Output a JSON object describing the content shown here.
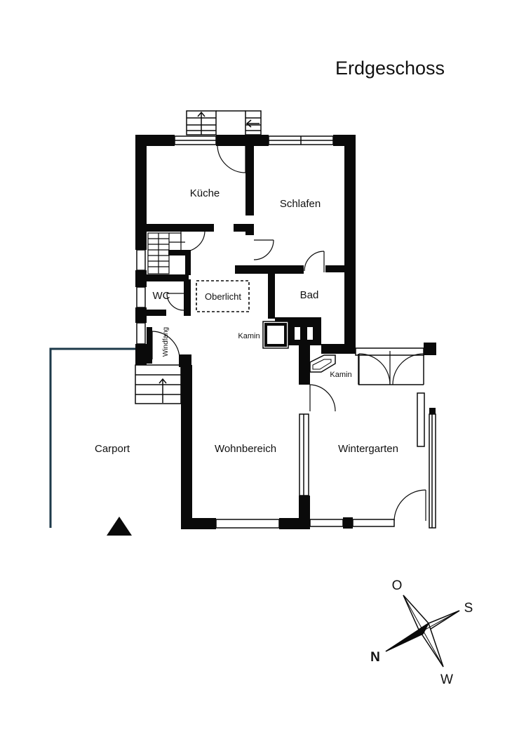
{
  "title": "Erdgeschoss",
  "rooms": {
    "kueche": "Küche",
    "schlafen": "Schlafen",
    "wc": "WC",
    "oberlicht": "Oberlicht",
    "bad": "Bad",
    "windfang": "Windfang",
    "kamin_1": "Kamin",
    "kamin_2": "Kamin",
    "carport": "Carport",
    "wohnbereich": "Wohnbereich",
    "wintergarten": "Wintergarten"
  },
  "compass": {
    "north": "N",
    "east": "O",
    "south": "S",
    "west": "W"
  },
  "colors": {
    "wall": "#0a0a0a",
    "carport_line": "#1d3a4a",
    "background": "#ffffff"
  },
  "icons": {
    "entrance_marker": "triangle-up-icon",
    "compass": "compass-rose-icon"
  }
}
